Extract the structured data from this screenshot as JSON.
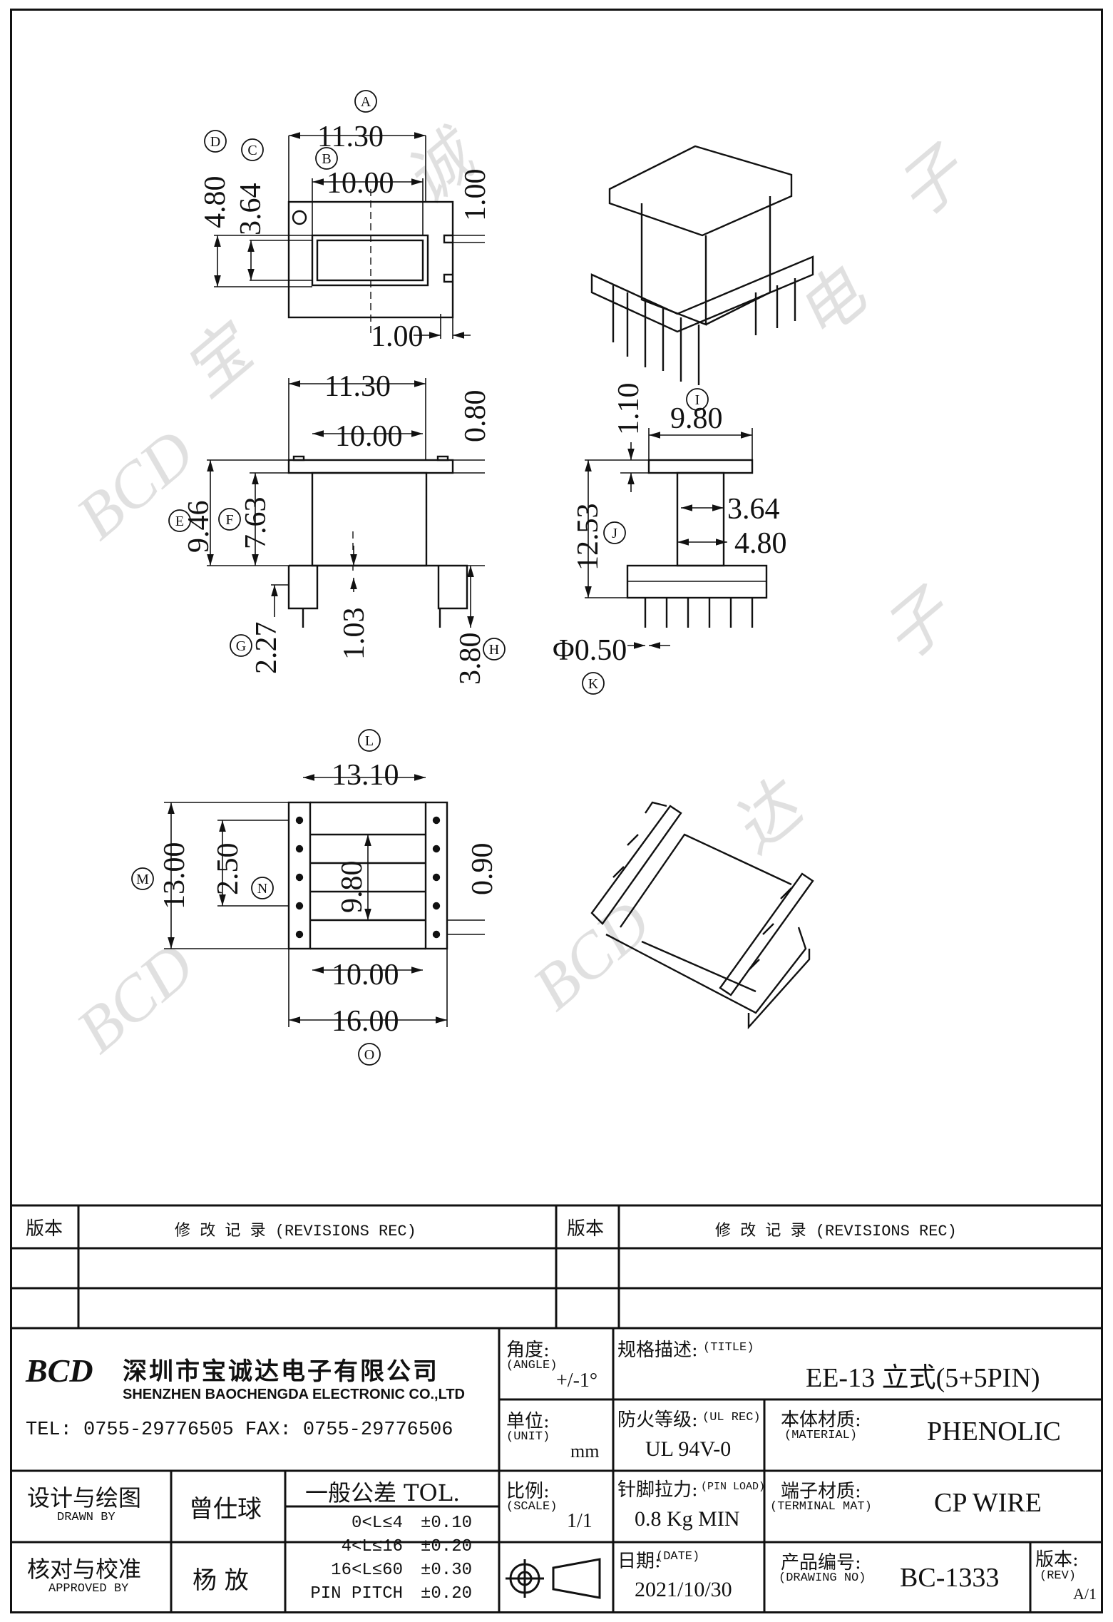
{
  "dims": {
    "top": {
      "A": "11.30",
      "B": "10.00",
      "C": "3.64",
      "D": "4.80",
      "right": "1.00",
      "bottom": "1.00"
    },
    "front": {
      "w1": "11.30",
      "w2": "10.00",
      "t": "0.80",
      "E": "9.46",
      "F": "7.63",
      "G": "2.27",
      "mid": "1.03",
      "H": "3.80"
    },
    "side": {
      "I": "9.80",
      "t": "1.10",
      "J": "12.53",
      "a": "3.64",
      "b": "4.80",
      "K": "Φ0.50"
    },
    "bottom": {
      "L": "13.10",
      "M": "13.00",
      "N": "2.50",
      "mid": "9.80",
      "p": "0.90",
      "w": "10.00",
      "O": "16.00"
    }
  },
  "letters": [
    "A",
    "B",
    "C",
    "D",
    "E",
    "F",
    "G",
    "H",
    "I",
    "J",
    "K",
    "L",
    "M",
    "N",
    "O"
  ],
  "watermark": [
    "BCD",
    "宝",
    "诚",
    "达",
    "电",
    "子"
  ],
  "revision_table": {
    "col1_header": "版本",
    "col2_header": "修  改  记  录   (REVISIONS REC)",
    "col3_header": "版本",
    "col4_header": "修  改  记  录   (REVISIONS REC)"
  },
  "company": {
    "logo": "BCD",
    "name_cn": "深圳市宝诚达电子有限公司",
    "name_en": "SHENZHEN BAOCHENGDA ELECTRONIC CO.,LTD",
    "tel": "TEL: 0755-29776505  FAX: 0755-29776506"
  },
  "title_block": {
    "angle_label": "角度:",
    "angle_en": "(ANGLE)",
    "angle_value": "+/-1°",
    "title_label": "规格描述:",
    "title_en": "(TITLE)",
    "title_value": "EE-13 立式(5+5PIN)",
    "unit_label": "单位:",
    "unit_en": "(UNIT)",
    "unit_value": "mm",
    "ul_label": "防火等级:",
    "ul_en": "(UL REC)",
    "ul_value": "UL 94V-0",
    "material_label": "本体材质:",
    "material_en": "(MATERIAL)",
    "material_value": "PHENOLIC",
    "drawn_label": "设计与绘图",
    "drawn_en": "DRAWN BY",
    "drawn_value": "曾仕球",
    "tol_label": "一般公差 TOL.",
    "tol_rows": [
      {
        "range": "0<L≤4",
        "tol": "±0.10"
      },
      {
        "range": "4<L≤16",
        "tol": "±0.20"
      },
      {
        "range": "16<L≤60",
        "tol": "±0.30"
      },
      {
        "range": "PIN PITCH",
        "tol": "±0.20"
      }
    ],
    "scale_label": "比例:",
    "scale_en": "(SCALE)",
    "scale_value": "1/1",
    "pinload_label": "针脚拉力:",
    "pinload_en": "(PIN LOAD)",
    "pinload_value": "0.8 Kg MIN",
    "terminal_label": "端子材质:",
    "terminal_en": "(TERMINAL MAT)",
    "terminal_value": "CP WIRE",
    "approved_label": "核对与校准",
    "approved_en": "APPROVED BY",
    "approved_value": "杨  放",
    "date_label": "日期:",
    "date_en": "(DATE)",
    "date_value": "2021/10/30",
    "drawing_label": "产品编号:",
    "drawing_en": "(DRAWING NO)",
    "drawing_value": "BC-1333",
    "rev_label": "版本:",
    "rev_en": "(REV)",
    "rev_value": "A/1"
  }
}
